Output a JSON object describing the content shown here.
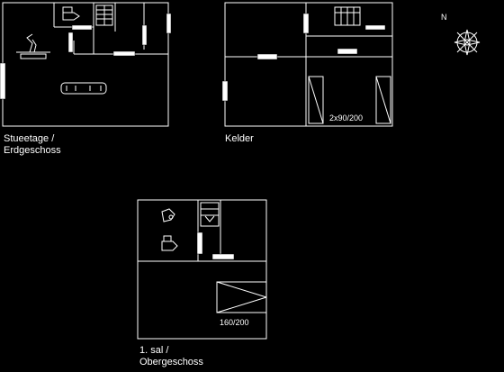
{
  "floors": {
    "ground": {
      "caption_line1": "Stueetage /",
      "caption_line2": "Erdgeschoss"
    },
    "basement": {
      "caption_line1": "Kelder",
      "bed_label": "2x90/200"
    },
    "first": {
      "caption_line1": "1. sal /",
      "caption_line2": "Obergeschoss",
      "bed_label": "160/200"
    }
  },
  "compass": {
    "north_label": "N"
  },
  "colors": {
    "background": "#000000",
    "lines": "#ffffff"
  }
}
